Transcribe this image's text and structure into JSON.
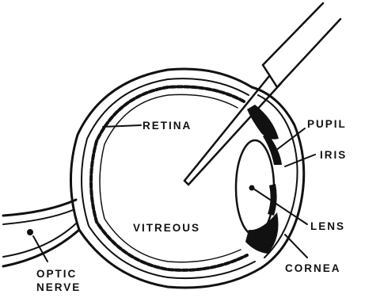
{
  "diagram": {
    "labels": {
      "retina": "RETINA",
      "pupil": "PUPIL",
      "iris": "IRIS",
      "vitreous": "VITREOUS",
      "lens": "LENS",
      "optic_nerve_line1": "OPTIC",
      "optic_nerve_line2": "NERVE",
      "cornea": "CORNEA"
    },
    "colors": {
      "ink": "#111111",
      "background": "#ffffff"
    }
  }
}
